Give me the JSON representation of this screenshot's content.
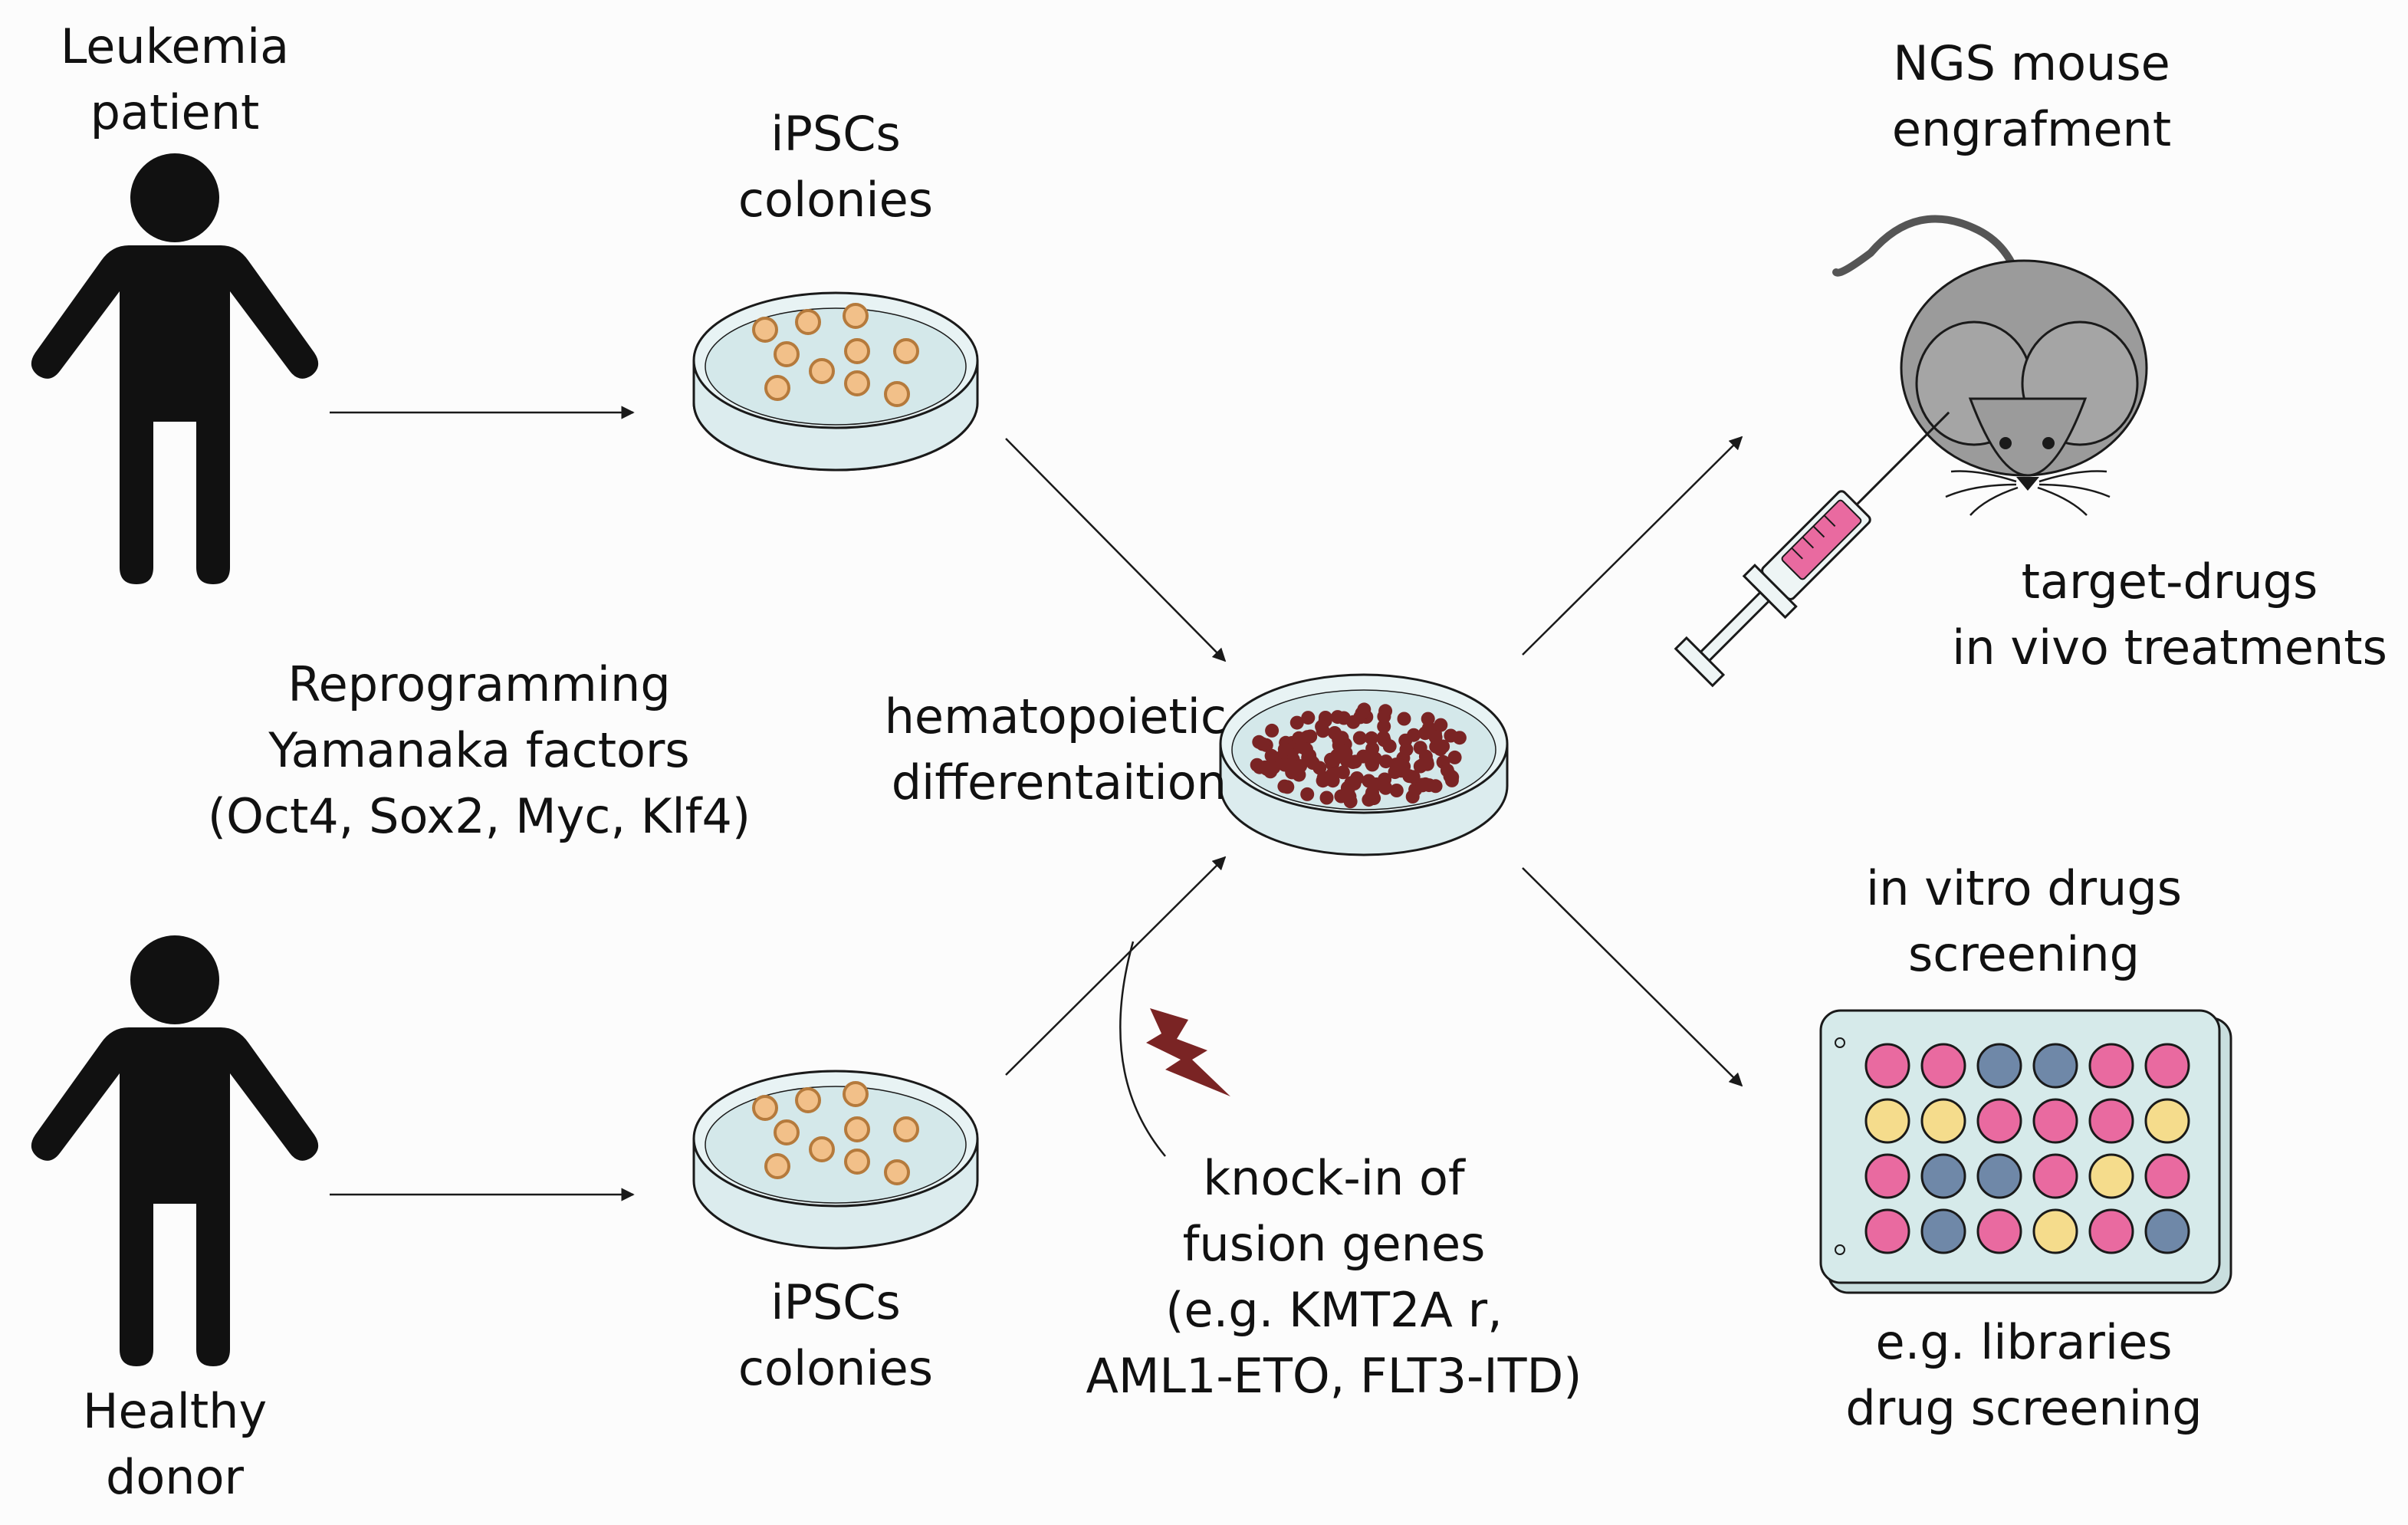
{
  "labels": {
    "leukemia_patient": [
      "Leukemia",
      "patient"
    ],
    "healthy_donor": [
      "Healthy",
      "donor"
    ],
    "ipscs_top": [
      "iPSCs",
      "colonies"
    ],
    "ipscs_bottom": [
      "iPSCs",
      "colonies"
    ],
    "reprogramming": [
      "Reprogramming",
      "Yamanaka factors",
      "(Oct4, Sox2, Myc, Klf4)"
    ],
    "hematopoietic": [
      "hematopoietic",
      "differentaition"
    ],
    "knock_in": [
      "knock-in of",
      "fusion genes",
      "(e.g. KMT2A r,",
      "AML1-ETO, FLT3-ITD)"
    ],
    "ngs_mouse": [
      "NGS mouse",
      "engrafment"
    ],
    "target_drugs": [
      "target-drugs",
      "in vivo treatments"
    ],
    "in_vitro": [
      "in vitro drugs",
      "screening"
    ],
    "libraries": [
      "e.g. libraries",
      "drug screening"
    ]
  },
  "colors": {
    "person": "#111111",
    "dish_fill": "#dcecee",
    "dish_stroke": "#1a1a1a",
    "colony": "#f2c089",
    "colony_stroke": "#b57a3c",
    "blood_cell": "#7a2424",
    "lightning": "#7a2424",
    "mouse": "#9b9b9b",
    "syringe_fluid": "#e96aa0",
    "plate_fill": "#d6eaea",
    "well_pink": "#e96aa0",
    "well_blue": "#6f88a8",
    "well_yellow": "#f5dc8c"
  },
  "well_plate": {
    "rows": [
      [
        "pink",
        "pink",
        "blue",
        "blue",
        "pink",
        "pink"
      ],
      [
        "yellow",
        "yellow",
        "pink",
        "pink",
        "pink",
        "yellow"
      ],
      [
        "pink",
        "blue",
        "blue",
        "pink",
        "yellow",
        "pink"
      ],
      [
        "pink",
        "blue",
        "pink",
        "yellow",
        "pink",
        "blue"
      ]
    ]
  },
  "icons": [
    "person-icon",
    "petri-dish-icon",
    "mouse-icon",
    "syringe-icon",
    "lightning-icon",
    "well-plate-icon"
  ]
}
